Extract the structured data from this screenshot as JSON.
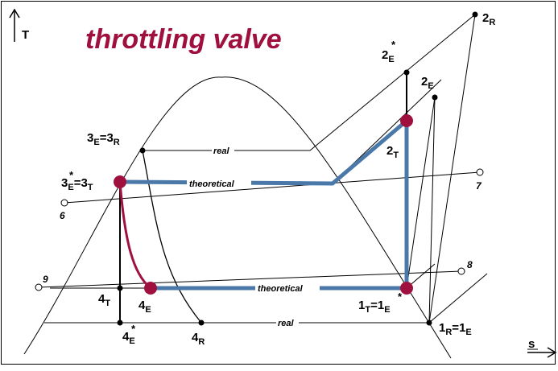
{
  "title": "throttling valve",
  "axes": {
    "y_arrow_label": "T",
    "x_arrow_label": "s"
  },
  "line_labels": {
    "real_top": "real",
    "real_bottom": "real",
    "theoretical_top": "theoretical",
    "theoretical_bottom": "theoretical"
  },
  "isobar_labels": {
    "p6": "6",
    "p7": "7",
    "p8": "8",
    "p9": "9"
  },
  "state_points": {
    "s3E3R": {
      "base1": "3",
      "sub1": "E",
      "eq": "=",
      "base2": "3",
      "sub2": "R"
    },
    "s3E3T": {
      "base1": "3",
      "sup1": "*",
      "sub1": "E",
      "eq": "=",
      "base2": "3",
      "sub2": "T"
    },
    "s4T": {
      "base": "4",
      "sub": "T"
    },
    "s4E": {
      "base": "4",
      "sub": "E"
    },
    "s4Estar": {
      "base": "4",
      "sup": "*",
      "sub": "E"
    },
    "s4R": {
      "base": "4",
      "sub": "R"
    },
    "s2R": {
      "base": "2",
      "sub": "R"
    },
    "s2Estar": {
      "base": "2",
      "sup": "*",
      "sub": "E"
    },
    "s2E": {
      "base": "2",
      "sub": "E"
    },
    "s2T": {
      "base": "2",
      "sub": "T"
    },
    "s1T1E": {
      "base1": "1",
      "sub1": "T",
      "eq": "=",
      "base2": "1",
      "sup2": "*",
      "sub2": "E"
    },
    "s1R1E": {
      "base1": "1",
      "sub1": "R",
      "eq": "=",
      "base2": "1",
      "sub2": "E"
    }
  },
  "colors": {
    "process_blue": "#4a78a8",
    "throttle_red": "#a0103e",
    "title": "#a0103e",
    "lines": "#000000"
  }
}
